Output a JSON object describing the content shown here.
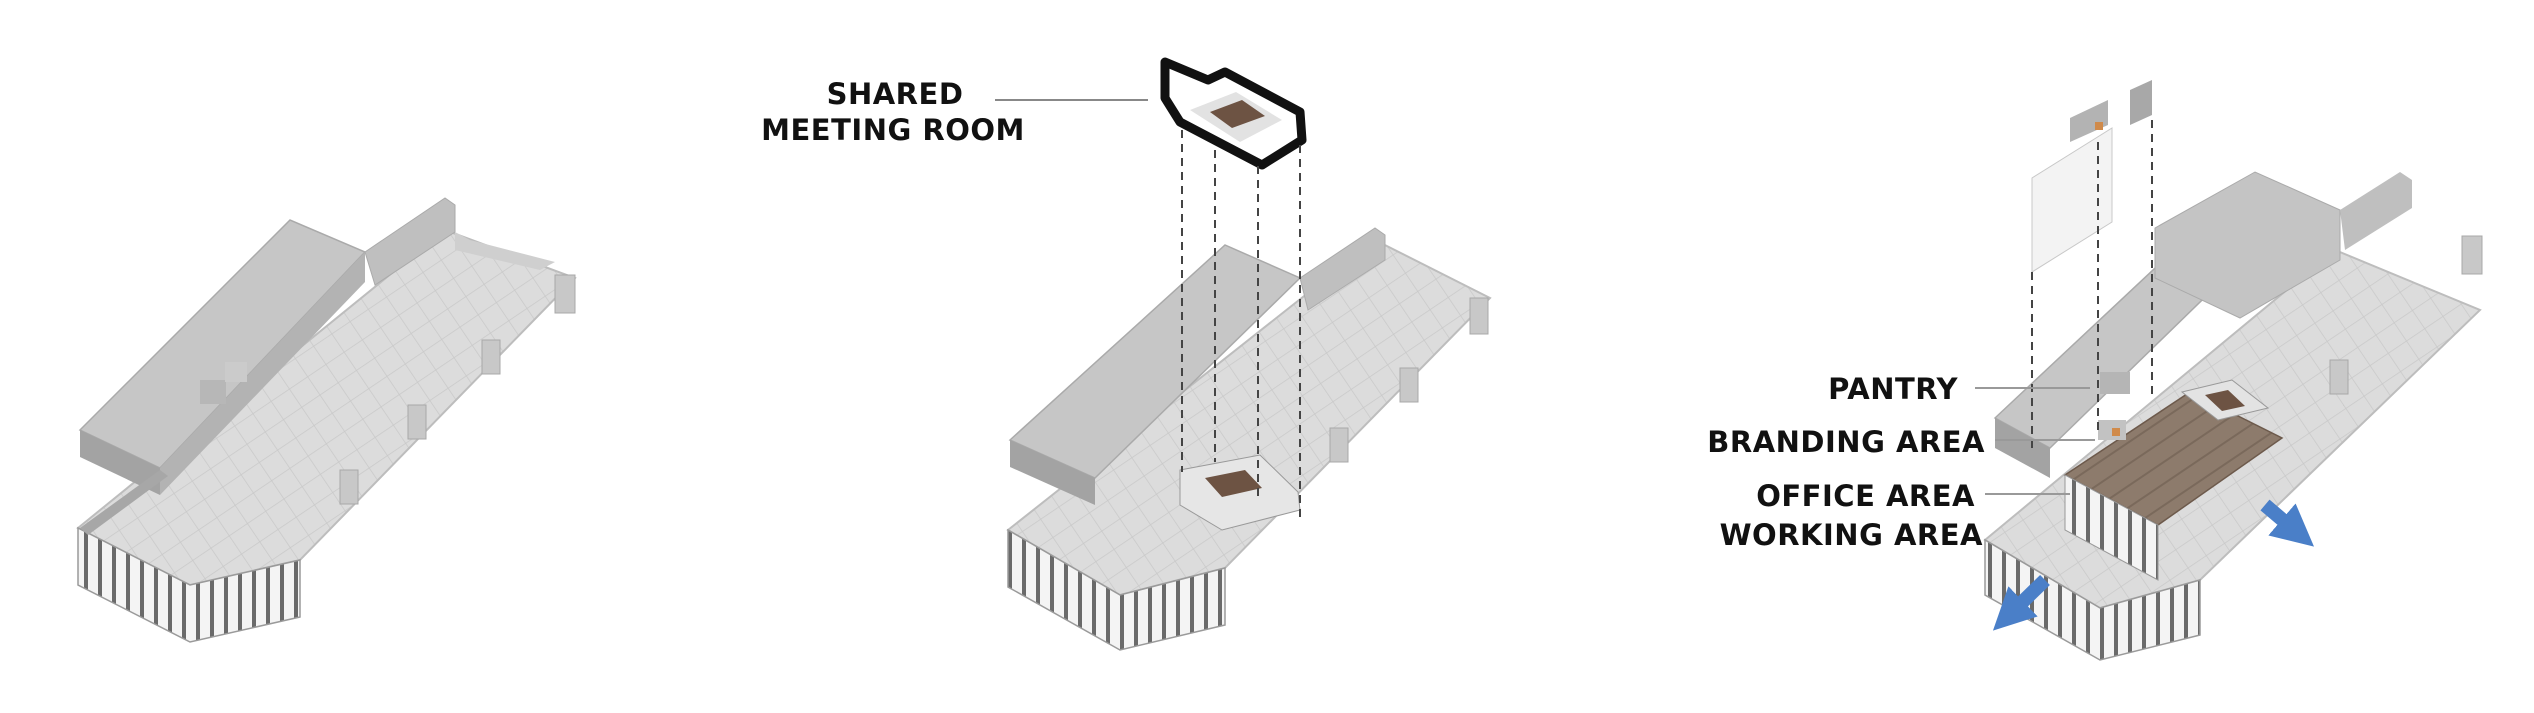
{
  "diagram": {
    "panels": [
      {
        "id": "existing-floor"
      },
      {
        "id": "meeting-room-insert",
        "labels": [
          {
            "key": "shared",
            "text": "SHARED"
          },
          {
            "key": "meeting",
            "text": "MEETING ROOM"
          }
        ]
      },
      {
        "id": "zoned-floor",
        "labels": [
          {
            "key": "pantry",
            "text": "PANTRY"
          },
          {
            "key": "branding",
            "text": "BRANDING AREA"
          },
          {
            "key": "office",
            "text": "OFFICE AREA"
          },
          {
            "key": "working",
            "text": "WORKING AREA"
          }
        ]
      }
    ],
    "colors": {
      "floor": "#d9d9d9",
      "floor_edge": "#bdbdbd",
      "wall_top": "#c4c4c4",
      "wall_side": "#9d9d9d",
      "mullion": "#5f5f5f",
      "timber": "#8a7768",
      "room_outline": "#111111",
      "arrow": "#4a7fc8",
      "guide": "#444444"
    }
  }
}
